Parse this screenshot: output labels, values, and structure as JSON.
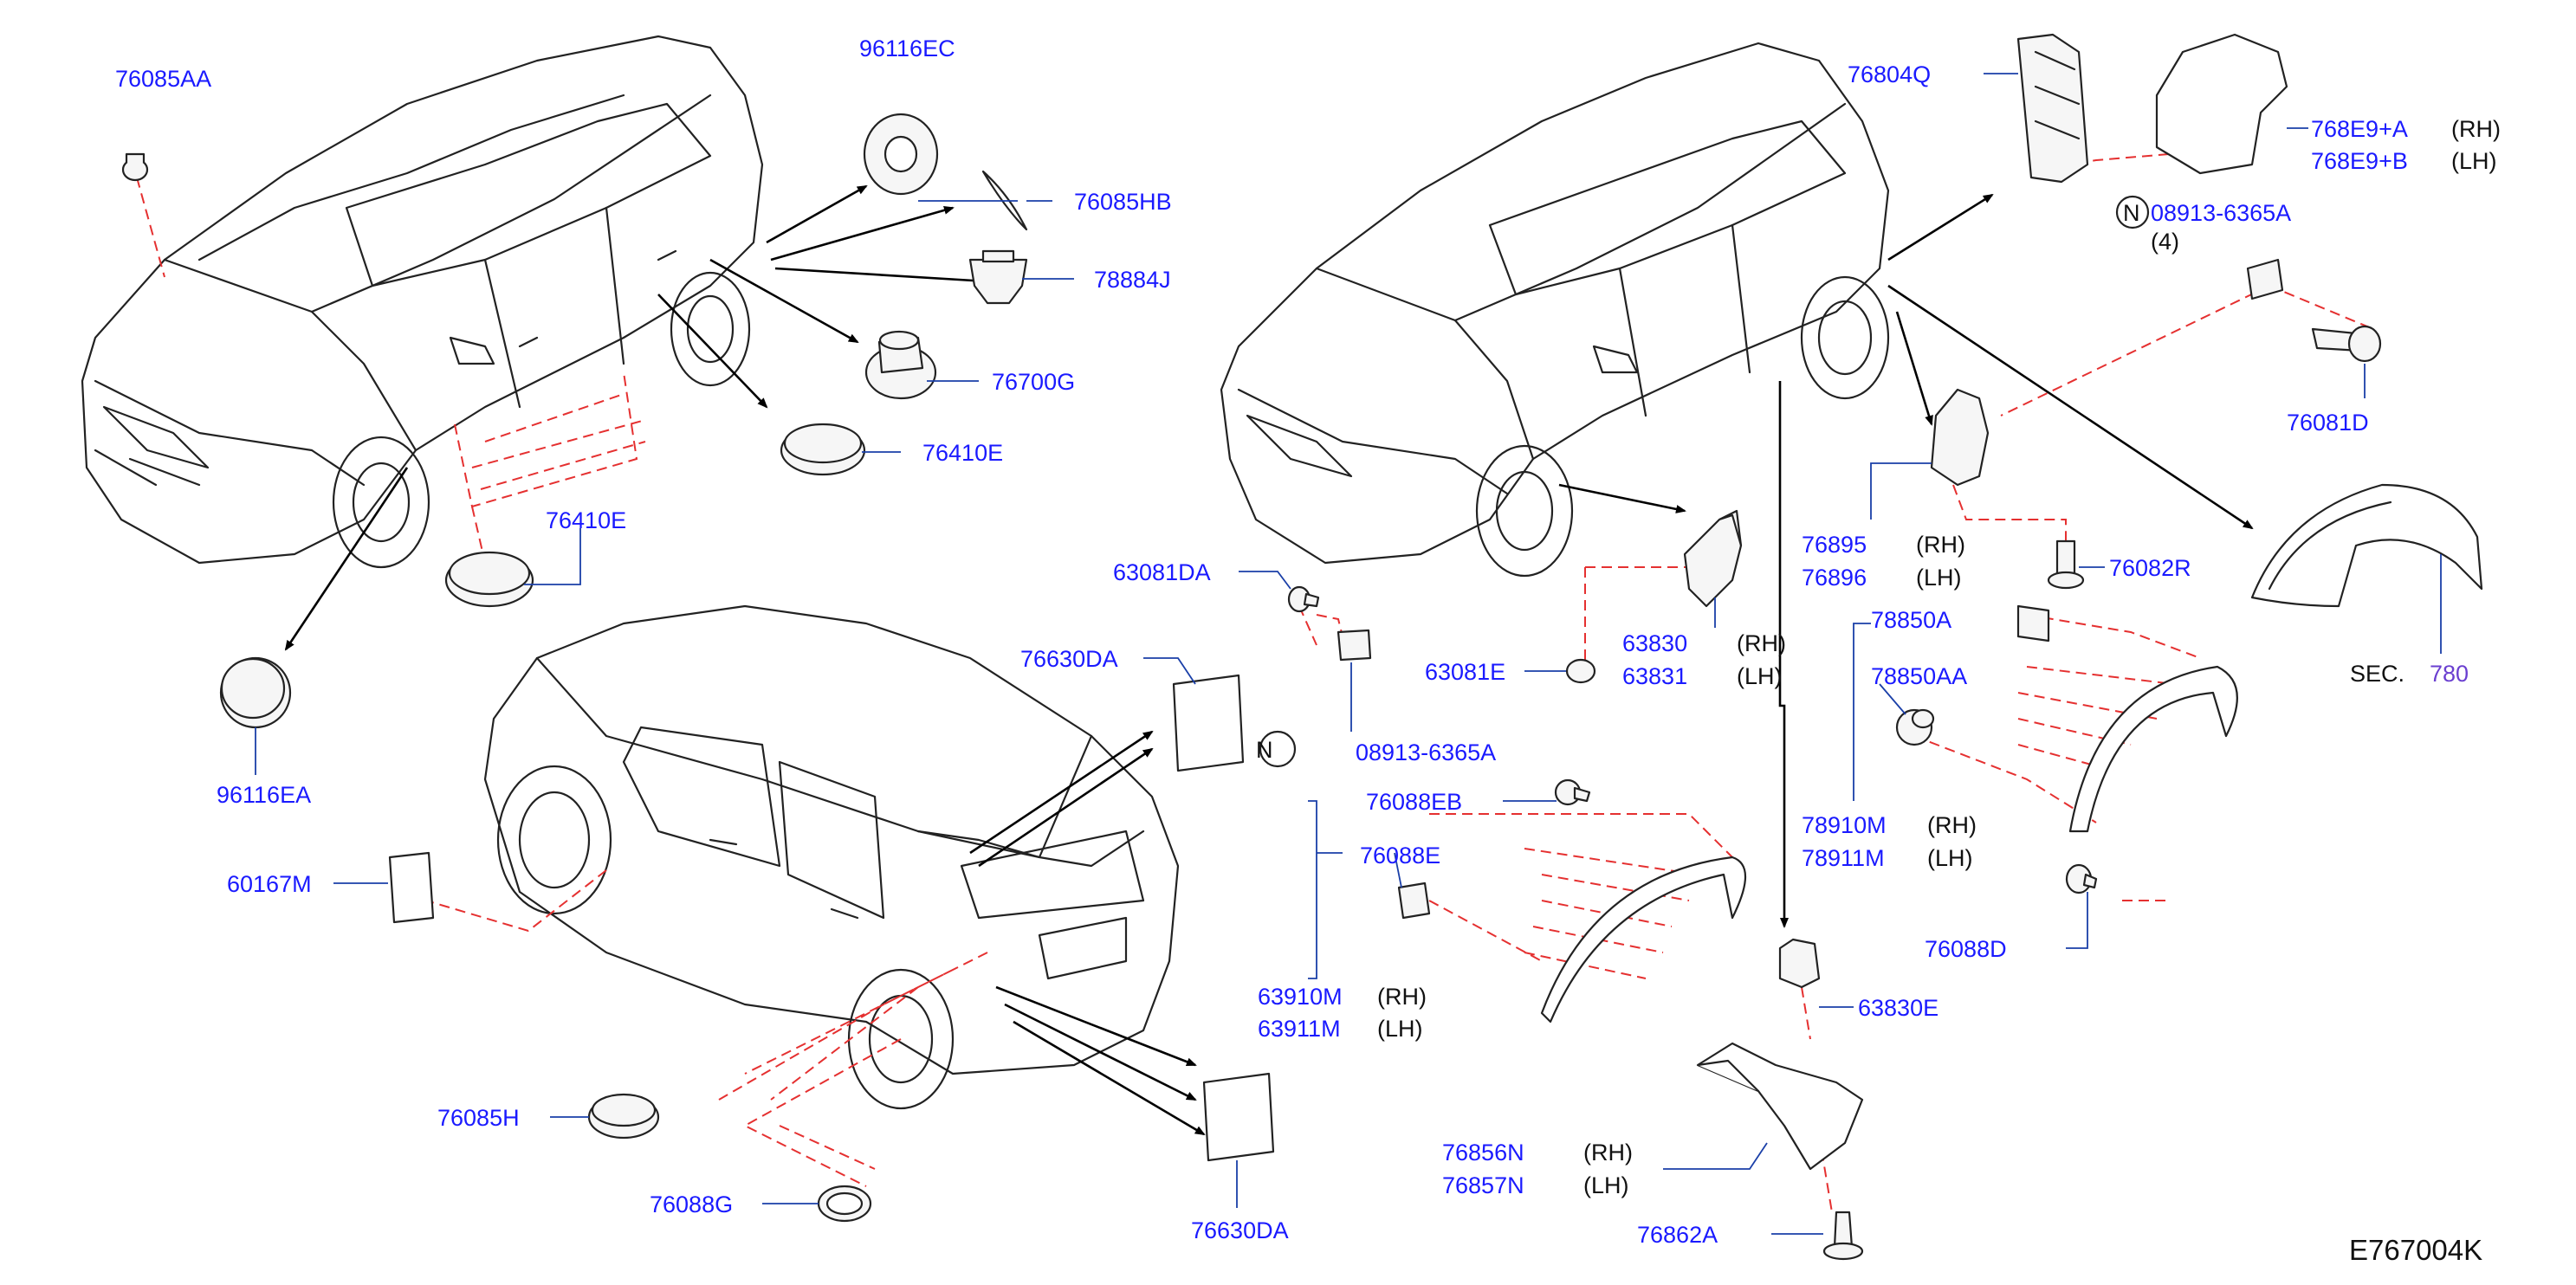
{
  "diagram_code": "E767004K",
  "section_ref": {
    "prefix": "SEC.",
    "number": "780"
  },
  "n_marker": "N",
  "parts": {
    "p76085AA": "76085AA",
    "p96116EC": "96116EC",
    "p76085HB": "76085HB",
    "p78884J": "78884J",
    "p76700G": "76700G",
    "p76410E_a": "76410E",
    "p76410E_b": "76410E",
    "p96116EA": "96116EA",
    "p63081DA": "63081DA",
    "p76630DA_a": "76630DA",
    "p08913_6365A_a": "08913-6365A",
    "p63081E": "63081E",
    "p63830": "63830",
    "p63831": "63831",
    "p60167M": "60167M",
    "p76088EB": "76088EB",
    "p76088E": "76088E",
    "p63910M": "63910M",
    "p63911M": "63911M",
    "p76085H": "76085H",
    "p76088G": "76088G",
    "p76630DA_b": "76630DA",
    "p76804Q": "76804Q",
    "p768E9A": "768E9+A",
    "p768E9B": "768E9+B",
    "p08913_6365A_b": "08913-6365A",
    "qty_4": "(4)",
    "p76081D": "76081D",
    "p76895": "76895",
    "p76896": "76896",
    "p76082R": "76082R",
    "p78850A": "78850A",
    "p78850AA": "78850AA",
    "p78910M": "78910M",
    "p78911M": "78911M",
    "p76088D": "76088D",
    "p63830E": "63830E",
    "p76856N": "76856N",
    "p76857N": "76857N",
    "p76862A": "76862A"
  },
  "sides": {
    "rh": "(RH)",
    "lh": "(LH)"
  }
}
